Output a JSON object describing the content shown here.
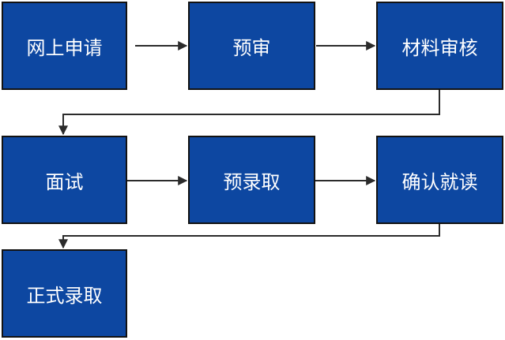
{
  "flowchart": {
    "steps": [
      {
        "label": "网上申请"
      },
      {
        "label": "预审"
      },
      {
        "label": "材料审核"
      },
      {
        "label": "面试"
      },
      {
        "label": "预录取"
      },
      {
        "label": "确认就读"
      },
      {
        "label": "正式录取"
      }
    ]
  },
  "colors": {
    "box_fill": "#0d47a1",
    "box_border": "#121212",
    "text": "#ffffff",
    "connector": "#2b2b2b"
  }
}
